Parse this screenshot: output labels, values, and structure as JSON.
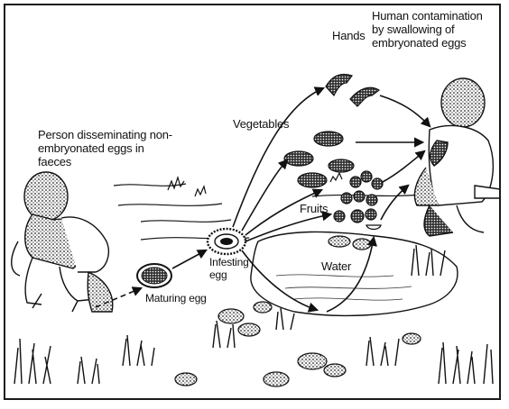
{
  "labels": {
    "hands": "Hands",
    "human_contamination": "Human contamination\nby swallowing of\nembryonated eggs",
    "person": "Person disseminating non-\nembryonated eggs in\nfaeces",
    "vegetables": "Vegetables",
    "fruits": "Fruits",
    "water": "Water",
    "infesting_egg": "Infesting\negg",
    "maturing_egg": "Maturing egg"
  },
  "colors": {
    "ink": "#111111",
    "paper": "#ffffff",
    "shade": "#555555"
  }
}
